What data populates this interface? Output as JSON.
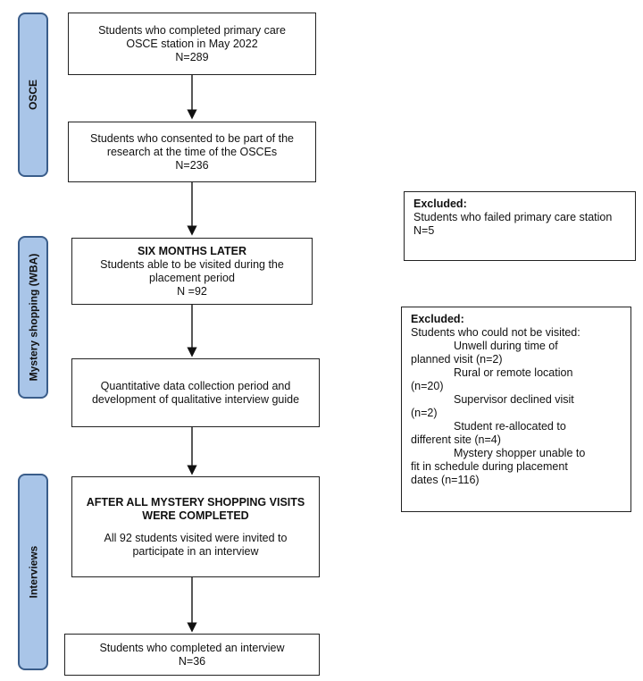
{
  "phases": {
    "osce": "OSCE",
    "wba": "Mystery shopping (WBA)",
    "interviews": "Interviews"
  },
  "boxes": {
    "b1": [
      "Students who completed primary care",
      "OSCE station in May 2022",
      "N=289"
    ],
    "b2": [
      "Students who consented to be part of the",
      "research at the time of the OSCEs",
      "N=236"
    ],
    "b3": {
      "heading": "SIX MONTHS LATER",
      "lines": [
        "Students able to be visited during the",
        "placement period",
        "N =92"
      ]
    },
    "b4": [
      "Quantitative data collection period and",
      "development of qualitative interview guide"
    ],
    "b5": {
      "heading": [
        "AFTER ALL MYSTERY SHOPPING VISITS",
        "WERE COMPLETED"
      ],
      "lines": [
        "All 92 students visited were invited to",
        "participate in an interview"
      ]
    },
    "b6": [
      "Students who completed an interview",
      "N=36"
    ]
  },
  "excluded1": {
    "title": "Excluded:",
    "lines": [
      "Students who failed primary care station",
      "N=5"
    ]
  },
  "excluded2": {
    "title": "Excluded:",
    "intro": "Students who could not be visited:",
    "items": [
      [
        "Unwell during time of",
        "planned visit (n=2)"
      ],
      [
        "Rural or remote location",
        "(n=20)"
      ],
      [
        "Supervisor declined visit",
        "(n=2)"
      ],
      [
        "Student re-allocated to",
        "different site (n=4)"
      ],
      [
        "Mystery shopper unable to",
        "fit in schedule during placement",
        "dates (n=116)"
      ]
    ]
  }
}
